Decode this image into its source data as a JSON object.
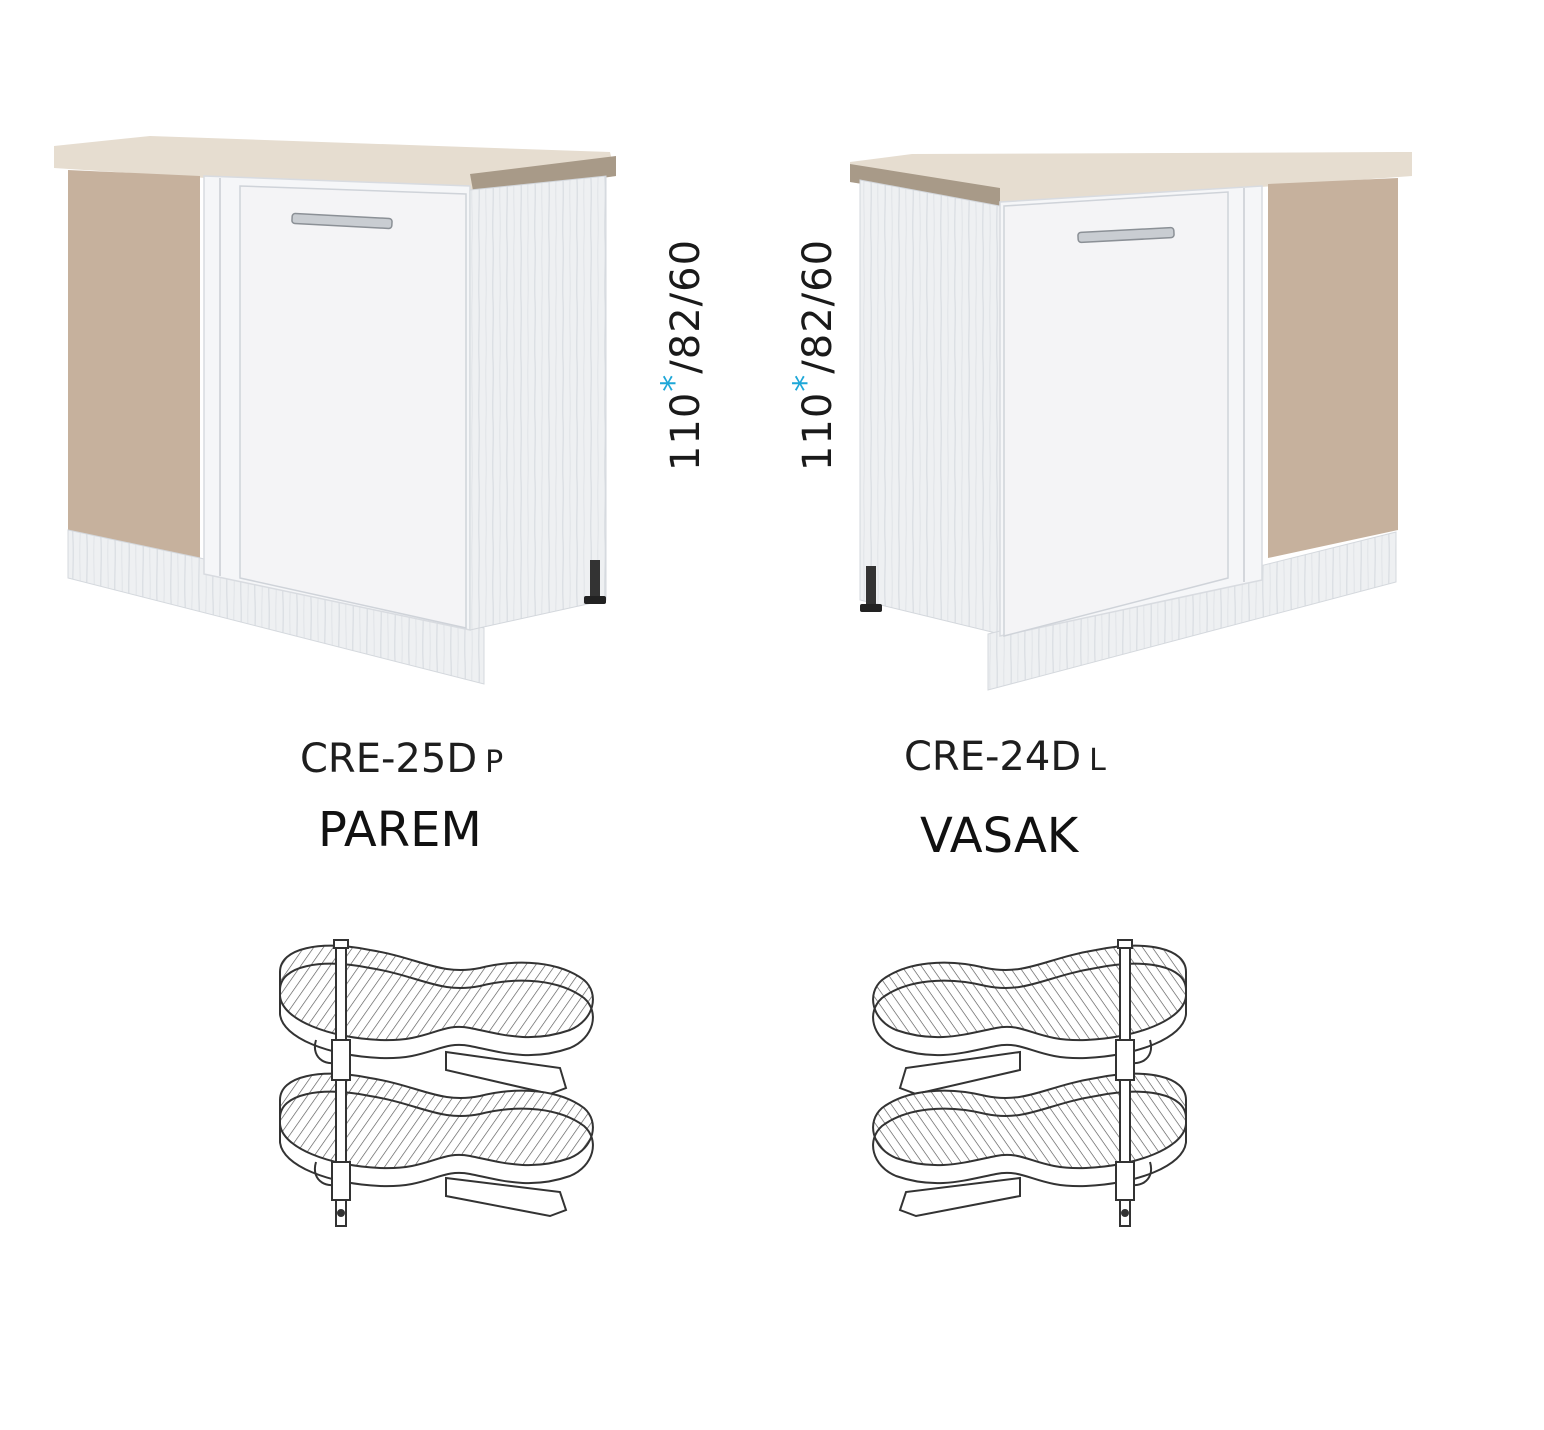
{
  "products": [
    {
      "code": "CRE-25D",
      "code_suffix": "P",
      "name": "PAREM",
      "dimension_main": "110",
      "dimension_star": "*",
      "dimension_rest": "/82/60"
    },
    {
      "code": "CRE-24D",
      "code_suffix": "L",
      "name": "VASAK",
      "dimension_main": "110",
      "dimension_star": "*",
      "dimension_rest": "/82/60"
    }
  ],
  "colors": {
    "countertop": "#e6ddd0",
    "countertop_edge": "#a89a88",
    "side_panel": "#c6b19d",
    "carcass": "#eceef0",
    "door": "#f3f3f5",
    "accent_star": "#1ea7d8"
  }
}
